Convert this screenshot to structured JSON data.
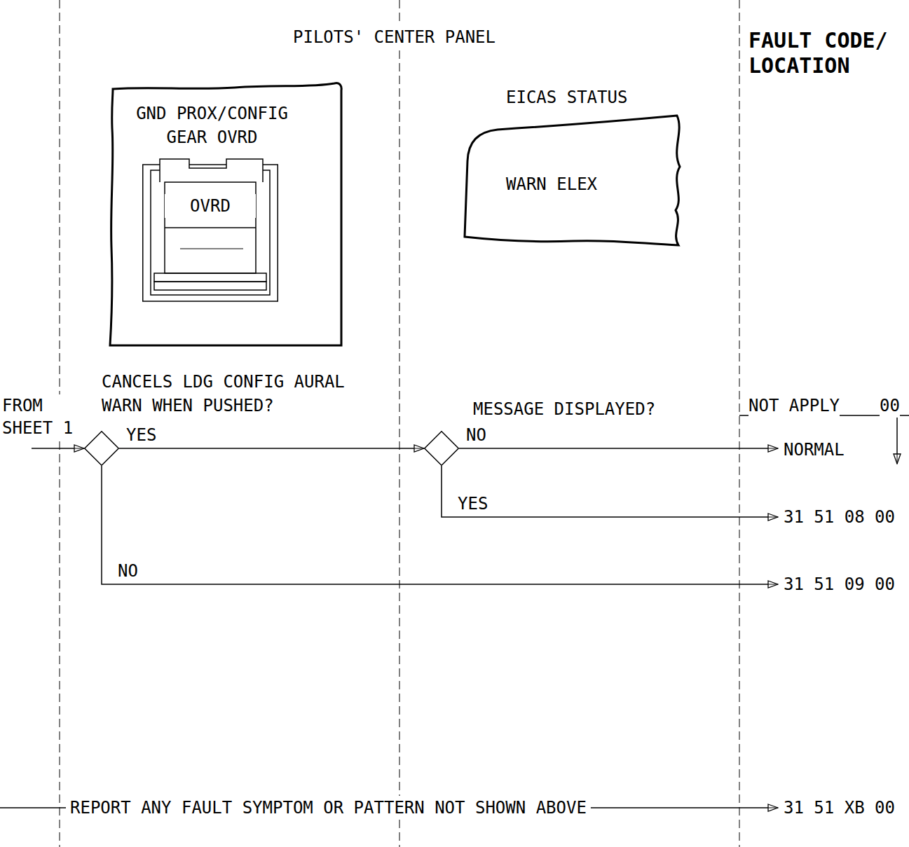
{
  "diagram": {
    "nodes": [
      {
        "text": [
          "GND PROX/CONFIG GEAR OVRD"
        ]
      },
      {
        "text": [
          "OVRD"
        ],
        "in": 0
      },
      {
        "text": [
          "EICAS STATUS",
          "WARN ELEX"
        ]
      },
      {
        "text": [
          "FROM SHEET 1"
        ]
      },
      {
        "text": [
          "CANCELS LDG CONFIG AURAL WARN WHEN PUSHED?"
        ]
      },
      {
        "text": [
          "MESSAGE DISPLAYED?"
        ]
      },
      {
        "text": [
          "NORMAL"
        ]
      },
      {
        "text": [
          "31 51 08 00"
        ]
      },
      {
        "text": [
          "31 51 09 00"
        ]
      },
      {
        "text": [
          "REPORT ANY FAULT SYMPTOM OR PATTERN NOT SHOWN ABOVE"
        ]
      },
      {
        "text": [
          "31 51 XB 00"
        ]
      }
    ],
    "edges": [
      {
        "from": 3,
        "to": 4,
        "arrow": "to"
      },
      {
        "from": 4,
        "to": 5,
        "label": "YES",
        "arrow": "to"
      },
      {
        "from": 5,
        "to": 6,
        "label": "NO",
        "arrow": "to"
      },
      {
        "from": 5,
        "to": 7,
        "label": "YES",
        "arrow": "to"
      },
      {
        "from": 4,
        "to": 8,
        "label": "NO",
        "arrow": "to"
      },
      {
        "from": 9,
        "to": 10,
        "arrow": "to"
      }
    ],
    "labels": [
      "PILOTS' CENTER PANEL",
      "FAULT CODE/ LOCATION",
      "NOT APPLY",
      "00"
    ]
  }
}
